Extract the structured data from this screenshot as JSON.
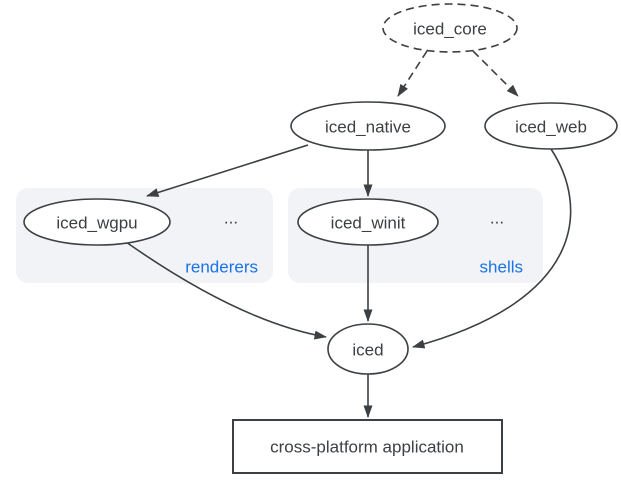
{
  "diagram": {
    "description": "Dependency graph of the iced GUI library ecosystem",
    "nodes": {
      "iced_core": {
        "label": "iced_core",
        "shape": "ellipse",
        "border": "dashed"
      },
      "iced_native": {
        "label": "iced_native",
        "shape": "ellipse",
        "border": "solid"
      },
      "iced_web": {
        "label": "iced_web",
        "shape": "ellipse",
        "border": "solid"
      },
      "iced_wgpu": {
        "label": "iced_wgpu",
        "shape": "ellipse",
        "border": "solid"
      },
      "iced_winit": {
        "label": "iced_winit",
        "shape": "ellipse",
        "border": "solid"
      },
      "iced": {
        "label": "iced",
        "shape": "ellipse",
        "border": "solid"
      },
      "app": {
        "label": "cross-platform application",
        "shape": "rectangle",
        "border": "solid"
      }
    },
    "groups": {
      "renderers": {
        "label": "renderers",
        "ellipsis": "...",
        "contains": [
          "iced_wgpu"
        ]
      },
      "shells": {
        "label": "shells",
        "ellipsis": "...",
        "contains": [
          "iced_winit"
        ]
      }
    },
    "edges": [
      {
        "from": "iced_core",
        "to": "iced_native",
        "style": "dashed"
      },
      {
        "from": "iced_core",
        "to": "iced_web",
        "style": "dashed"
      },
      {
        "from": "iced_native",
        "to": "iced_wgpu",
        "style": "solid"
      },
      {
        "from": "iced_native",
        "to": "iced_winit",
        "style": "solid"
      },
      {
        "from": "iced_wgpu",
        "to": "iced",
        "style": "solid"
      },
      {
        "from": "iced_winit",
        "to": "iced",
        "style": "solid"
      },
      {
        "from": "iced_web",
        "to": "iced",
        "style": "solid"
      },
      {
        "from": "iced",
        "to": "app",
        "style": "solid"
      }
    ],
    "colors": {
      "stroke": "#3c4043",
      "text": "#3c4043",
      "group_fill": "#f1f3f6",
      "group_label_blue": "#1a73e8",
      "background": "#ffffff"
    }
  }
}
